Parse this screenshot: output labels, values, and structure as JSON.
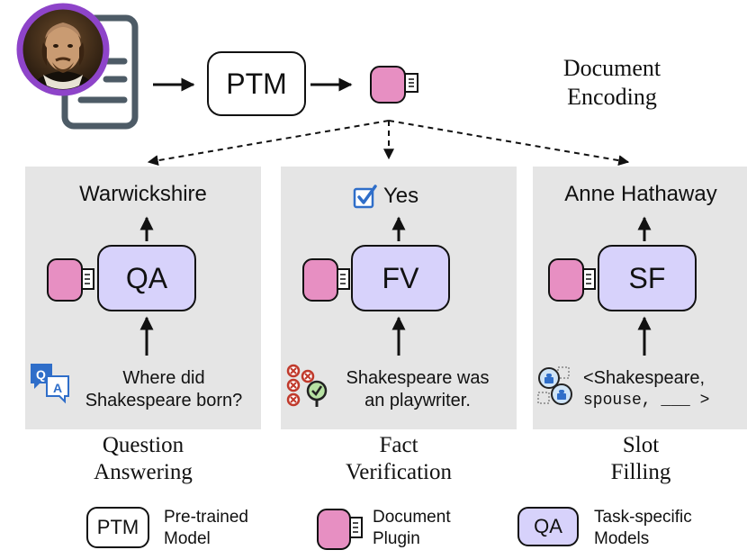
{
  "encoding": {
    "ptm_label": "PTM",
    "title_line1": "Document",
    "title_line2": "Encoding"
  },
  "panels": [
    {
      "id": "qa",
      "output": "Warwickshire",
      "model": "QA",
      "input_line1": "Where did",
      "input_line2": "Shakespeare born?",
      "caption_line1": "Question",
      "caption_line2": "Answering"
    },
    {
      "id": "fv",
      "output": "Yes",
      "model": "FV",
      "input_line1": "Shakespeare was",
      "input_line2": "an playwriter.",
      "caption_line1": "Fact",
      "caption_line2": "Verification"
    },
    {
      "id": "sf",
      "output": "Anne Hathaway",
      "model": "SF",
      "input_line1": "<Shakespeare,",
      "input_line2": "spouse, ___ >",
      "caption_line1": "Slot",
      "caption_line2": "Filling"
    }
  ],
  "legend": {
    "ptm_box": "PTM",
    "ptm_line1": "Pre-trained",
    "ptm_line2": "Model",
    "plugin_line1": "Document",
    "plugin_line2": "Plugin",
    "task_box": "QA",
    "task_line1": "Task-specific",
    "task_line2": "Models"
  },
  "icons": {
    "qa_bubble_q": "Q",
    "qa_bubble_a": "A"
  },
  "colors": {
    "plugin_fill": "#e78fc2",
    "task_fill": "#d7d2fb",
    "panel_bg": "#e5e5e5",
    "portrait_ring": "#8e44c9",
    "doc_stroke": "#4d5b66",
    "check_blue": "#2f6ec9"
  }
}
